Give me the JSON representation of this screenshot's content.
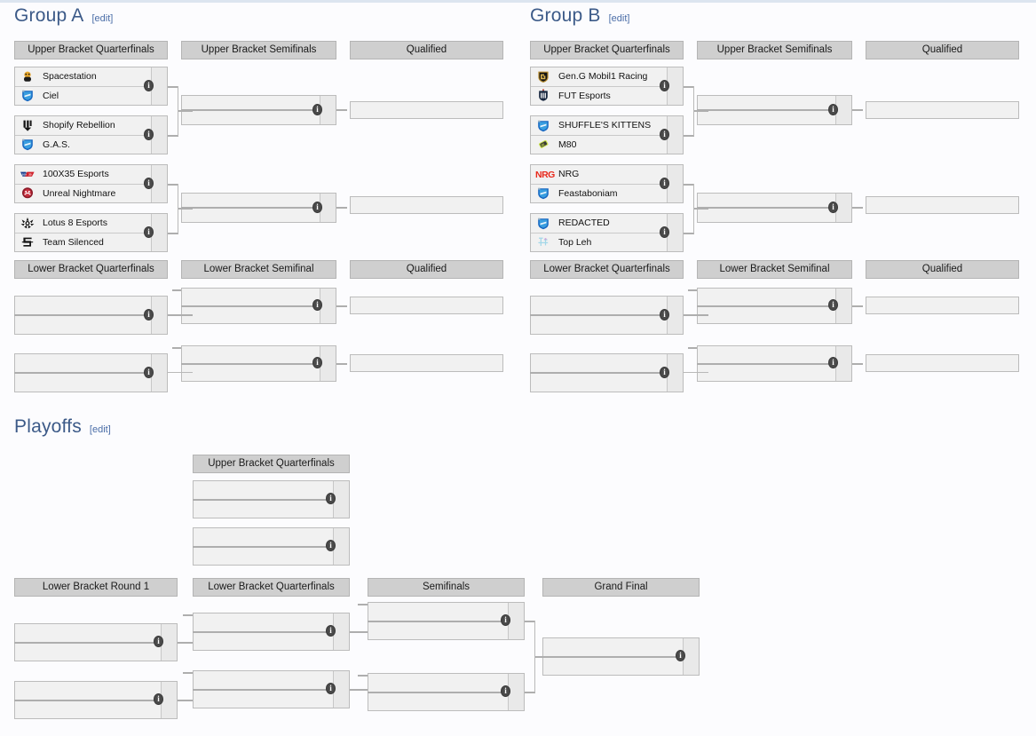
{
  "page": {
    "background": "#fcfcfe",
    "heading_color": "#3c5a88",
    "header_pill_color": "#cfcfcf",
    "match_box_color": "#f1f1f1"
  },
  "sections": [
    {
      "id": "group-a",
      "title": "Group A",
      "edit": "[edit]"
    },
    {
      "id": "group-b",
      "title": "Group B",
      "edit": "[edit]"
    },
    {
      "id": "playoffs",
      "title": "Playoffs",
      "edit": "[edit]"
    }
  ],
  "round_headers": {
    "ubqf": "Upper Bracket Quarterfinals",
    "ubsf": "Upper Bracket Semifinals",
    "qualified": "Qualified",
    "lbqf": "Lower Bracket Quarterfinals",
    "lbsf": "Lower Bracket Semifinal",
    "lbr1": "Lower Bracket Round 1",
    "po_lbqf": "Lower Bracket Quarterfinals",
    "semifinals": "Semifinals",
    "grand_final": "Grand Final"
  },
  "icons": {
    "info": "i"
  },
  "group_a": {
    "upper_quarterfinals": [
      {
        "top": {
          "team": "Spacestation",
          "logo": "spacestation-logo"
        },
        "bottom": {
          "team": "Ciel",
          "logo": "shield-blue-logo"
        }
      },
      {
        "top": {
          "team": "Shopify Rebellion",
          "logo": "shopify-rebellion-logo"
        },
        "bottom": {
          "team": "G.A.S.",
          "logo": "shield-blue-logo"
        }
      },
      {
        "top": {
          "team": "100X35 Esports",
          "logo": "100x35-logo"
        },
        "bottom": {
          "team": "Unreal Nightmare",
          "logo": "unreal-nightmare-logo"
        }
      },
      {
        "top": {
          "team": "Lotus 8 Esports",
          "logo": "lotus8-logo"
        },
        "bottom": {
          "team": "Team Silenced",
          "logo": "team-silenced-logo"
        }
      }
    ],
    "upper_semifinals": [
      {
        "top": {
          "team": "",
          "logo": ""
        },
        "bottom": {
          "team": "",
          "logo": ""
        }
      },
      {
        "top": {
          "team": "",
          "logo": ""
        },
        "bottom": {
          "team": "",
          "logo": ""
        }
      }
    ],
    "upper_qualified": [
      {
        "team": ""
      },
      {
        "team": ""
      }
    ],
    "lower_quarterfinals": [
      {
        "top": {
          "team": "",
          "logo": ""
        },
        "bottom": {
          "team": "",
          "logo": ""
        }
      },
      {
        "top": {
          "team": "",
          "logo": ""
        },
        "bottom": {
          "team": "",
          "logo": ""
        }
      }
    ],
    "lower_semifinal": [
      {
        "top": {
          "team": "",
          "logo": ""
        },
        "bottom": {
          "team": "",
          "logo": ""
        }
      },
      {
        "top": {
          "team": "",
          "logo": ""
        },
        "bottom": {
          "team": "",
          "logo": ""
        }
      }
    ],
    "lower_qualified": [
      {
        "team": ""
      },
      {
        "team": ""
      }
    ]
  },
  "group_b": {
    "upper_quarterfinals": [
      {
        "top": {
          "team": "Gen.G Mobil1 Racing",
          "logo": "geng-logo"
        },
        "bottom": {
          "team": "FUT Esports",
          "logo": "fut-logo"
        }
      },
      {
        "top": {
          "team": "SHUFFLE'S KITTENS",
          "logo": "shield-blue-logo"
        },
        "bottom": {
          "team": "M80",
          "logo": "m80-logo"
        }
      },
      {
        "top": {
          "team": "NRG",
          "logo": "nrg-logo"
        },
        "bottom": {
          "team": "Feastaboniam",
          "logo": "shield-blue-logo"
        }
      },
      {
        "top": {
          "team": "REDACTED",
          "logo": "shield-blue-logo"
        },
        "bottom": {
          "team": "Top Leh",
          "logo": "top-leh-logo"
        }
      }
    ],
    "upper_semifinals": [
      {
        "top": {
          "team": "",
          "logo": ""
        },
        "bottom": {
          "team": "",
          "logo": ""
        }
      },
      {
        "top": {
          "team": "",
          "logo": ""
        },
        "bottom": {
          "team": "",
          "logo": ""
        }
      }
    ],
    "upper_qualified": [
      {
        "team": ""
      },
      {
        "team": ""
      }
    ],
    "lower_quarterfinals": [
      {
        "top": {
          "team": "",
          "logo": ""
        },
        "bottom": {
          "team": "",
          "logo": ""
        }
      },
      {
        "top": {
          "team": "",
          "logo": ""
        },
        "bottom": {
          "team": "",
          "logo": ""
        }
      }
    ],
    "lower_semifinal": [
      {
        "top": {
          "team": "",
          "logo": ""
        },
        "bottom": {
          "team": "",
          "logo": ""
        }
      },
      {
        "top": {
          "team": "",
          "logo": ""
        },
        "bottom": {
          "team": "",
          "logo": ""
        }
      }
    ],
    "lower_qualified": [
      {
        "team": ""
      },
      {
        "team": ""
      }
    ]
  },
  "playoffs": {
    "upper_quarterfinals": [
      {
        "top": {
          "team": "",
          "logo": ""
        },
        "bottom": {
          "team": "",
          "logo": ""
        }
      },
      {
        "top": {
          "team": "",
          "logo": ""
        },
        "bottom": {
          "team": "",
          "logo": ""
        }
      }
    ],
    "lower_round1": [
      {
        "top": {
          "team": "",
          "logo": ""
        },
        "bottom": {
          "team": "",
          "logo": ""
        }
      },
      {
        "top": {
          "team": "",
          "logo": ""
        },
        "bottom": {
          "team": "",
          "logo": ""
        }
      }
    ],
    "lower_quarterfinals": [
      {
        "top": {
          "team": "",
          "logo": ""
        },
        "bottom": {
          "team": "",
          "logo": ""
        }
      },
      {
        "top": {
          "team": "",
          "logo": ""
        },
        "bottom": {
          "team": "",
          "logo": ""
        }
      }
    ],
    "semifinals": [
      {
        "top": {
          "team": "",
          "logo": ""
        },
        "bottom": {
          "team": "",
          "logo": ""
        }
      },
      {
        "top": {
          "team": "",
          "logo": ""
        },
        "bottom": {
          "team": "",
          "logo": ""
        }
      }
    ],
    "grand_final": [
      {
        "top": {
          "team": "",
          "logo": ""
        },
        "bottom": {
          "team": "",
          "logo": ""
        }
      }
    ]
  }
}
